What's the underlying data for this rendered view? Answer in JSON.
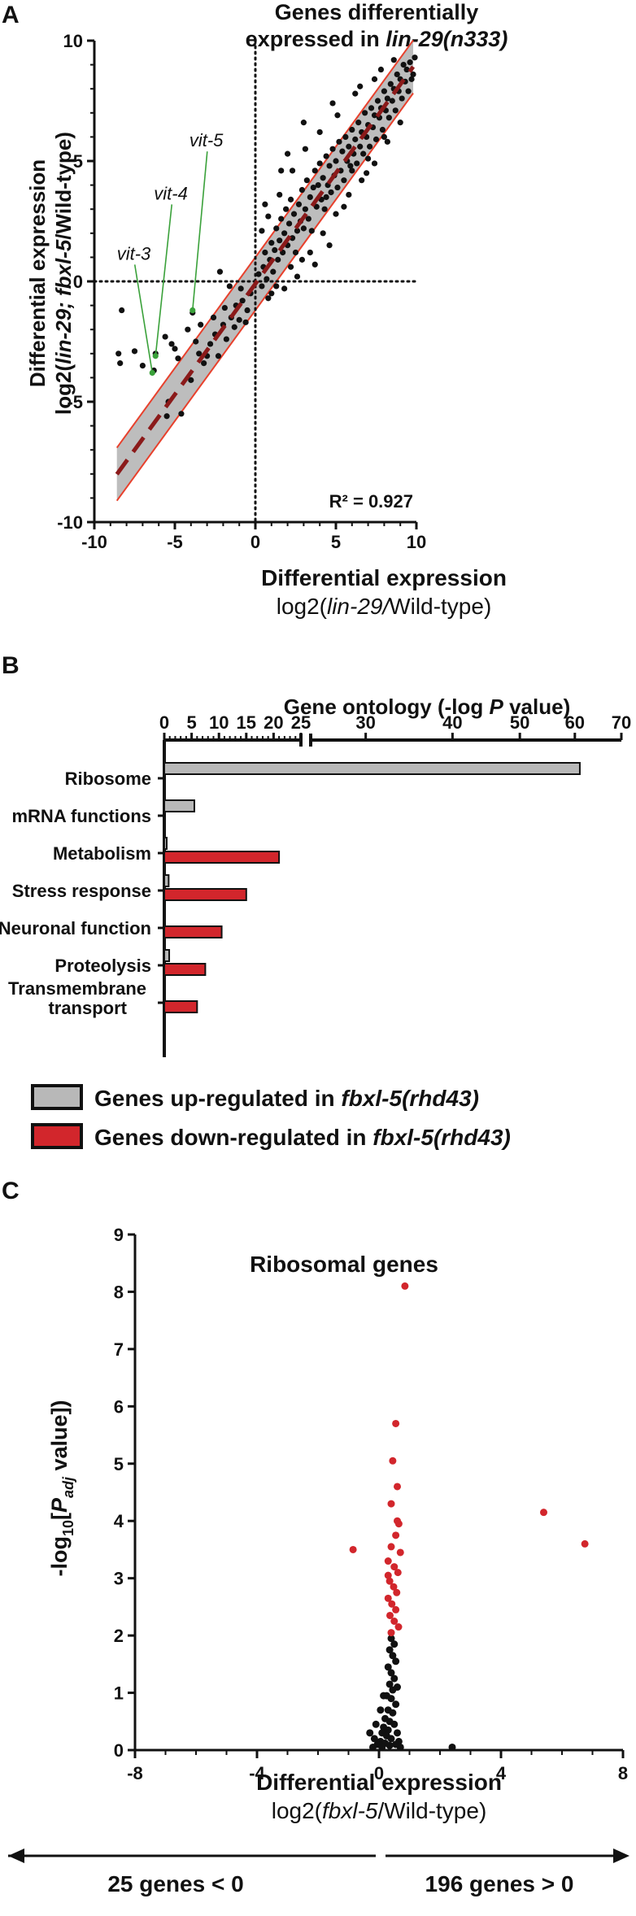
{
  "chart_data": [
    {
      "panel": "A",
      "type": "scatter",
      "title_line1": "Genes differentially",
      "title_line2_prefix": "expressed in ",
      "title_line2_italic": "lin-29(n333)",
      "xlabel_line1": "Differential expression",
      "xlabel_line2": [
        "log2(",
        "lin-29",
        "/",
        "Wild-type)"
      ],
      "ylabel_line1": "Differential expression",
      "ylabel_line2": [
        "log2(",
        "lin-29; fbxl-5",
        "/",
        "Wild-type)"
      ],
      "xlim": [
        -10,
        10
      ],
      "ylim": [
        -10,
        10
      ],
      "xticks": [
        "-10",
        "-5",
        "0",
        "5",
        "10"
      ],
      "yticks": [
        "-10",
        "-5",
        "0",
        "5",
        "10"
      ],
      "r2_label": "R² = 0.927",
      "regression": {
        "slope": 0.92,
        "intercept": -0.1,
        "band": 1.1
      },
      "annotations": [
        {
          "label": "vit-3",
          "x": -6.4,
          "y": -3.8,
          "lx": -8.6,
          "ly": 0.9
        },
        {
          "label": "vit-4",
          "x": -6.2,
          "y": -3.1,
          "lx": -6.3,
          "ly": 3.4
        },
        {
          "label": "vit-5",
          "x": -3.9,
          "y": -1.2,
          "lx": -4.1,
          "ly": 5.6
        }
      ],
      "points": [
        [
          -8.3,
          -1.2
        ],
        [
          -8.5,
          -3.0
        ],
        [
          -8.4,
          -3.4
        ],
        [
          -7.5,
          -2.9
        ],
        [
          -7.0,
          -3.5
        ],
        [
          -6.3,
          -3.7
        ],
        [
          -6.2,
          -3.0
        ],
        [
          -5.6,
          -2.3
        ],
        [
          -5.2,
          -2.6
        ],
        [
          -5.0,
          -2.8
        ],
        [
          -4.8,
          -3.2
        ],
        [
          -5.5,
          -5.6
        ],
        [
          -5.4,
          -5.0
        ],
        [
          -4.6,
          -5.5
        ],
        [
          -4.2,
          -2.0
        ],
        [
          -3.9,
          -1.3
        ],
        [
          -3.7,
          -2.5
        ],
        [
          -3.5,
          -3.0
        ],
        [
          -3.0,
          -3.1
        ],
        [
          -2.8,
          -2.6
        ],
        [
          -2.5,
          -2.2
        ],
        [
          -2.3,
          -3.1
        ],
        [
          -2.0,
          -1.8
        ],
        [
          -1.8,
          -2.4
        ],
        [
          -1.5,
          -1.5
        ],
        [
          -1.2,
          -1.0
        ],
        [
          -1.0,
          -1.6
        ],
        [
          -0.8,
          -0.8
        ],
        [
          -0.5,
          -1.2
        ],
        [
          -0.3,
          -0.5
        ],
        [
          -2.2,
          0.4
        ],
        [
          -1.6,
          -0.2
        ],
        [
          -3.2,
          -3.4
        ],
        [
          -4.0,
          -4.1
        ],
        [
          -3.4,
          -1.8
        ],
        [
          -2.6,
          -1.5
        ],
        [
          -1.9,
          -1.1
        ],
        [
          -1.3,
          -1.9
        ],
        [
          -0.9,
          -0.3
        ],
        [
          -0.6,
          -1.7
        ],
        [
          0.2,
          0.3
        ],
        [
          0.4,
          -0.2
        ],
        [
          0.5,
          0.6
        ],
        [
          0.6,
          1.2
        ],
        [
          0.7,
          0.1
        ],
        [
          0.9,
          0.9
        ],
        [
          1.0,
          1.6
        ],
        [
          1.1,
          0.4
        ],
        [
          1.2,
          1.3
        ],
        [
          1.3,
          2.2
        ],
        [
          1.4,
          0.9
        ],
        [
          1.5,
          1.7
        ],
        [
          1.6,
          2.6
        ],
        [
          1.7,
          1.2
        ],
        [
          1.8,
          2.0
        ],
        [
          1.9,
          3.0
        ],
        [
          2.0,
          1.5
        ],
        [
          2.1,
          2.4
        ],
        [
          2.2,
          3.4
        ],
        [
          2.3,
          1.8
        ],
        [
          2.4,
          2.8
        ],
        [
          2.5,
          1.2
        ],
        [
          2.6,
          2.1
        ],
        [
          2.7,
          3.2
        ],
        [
          2.8,
          2.5
        ],
        [
          2.9,
          3.8
        ],
        [
          3.0,
          2.2
        ],
        [
          3.1,
          3.0
        ],
        [
          3.2,
          4.2
        ],
        [
          3.3,
          2.6
        ],
        [
          3.4,
          3.5
        ],
        [
          3.5,
          2.1
        ],
        [
          3.6,
          3.9
        ],
        [
          3.7,
          4.6
        ],
        [
          3.8,
          3.1
        ],
        [
          3.9,
          4.0
        ],
        [
          4.0,
          4.9
        ],
        [
          4.1,
          3.4
        ],
        [
          4.2,
          4.3
        ],
        [
          4.3,
          3.0
        ],
        [
          4.4,
          5.2
        ],
        [
          4.5,
          4.0
        ],
        [
          4.6,
          4.8
        ],
        [
          4.7,
          3.7
        ],
        [
          4.8,
          5.5
        ],
        [
          4.9,
          4.4
        ],
        [
          5.0,
          5.0
        ],
        [
          5.1,
          3.9
        ],
        [
          5.2,
          5.8
        ],
        [
          5.3,
          4.6
        ],
        [
          5.4,
          5.4
        ],
        [
          5.5,
          4.2
        ],
        [
          5.6,
          6.0
        ],
        [
          5.7,
          5.0
        ],
        [
          5.8,
          5.6
        ],
        [
          5.9,
          4.8
        ],
        [
          6.0,
          6.3
        ],
        [
          6.1,
          5.3
        ],
        [
          6.2,
          5.9
        ],
        [
          6.3,
          4.9
        ],
        [
          6.4,
          6.6
        ],
        [
          6.5,
          5.6
        ],
        [
          6.6,
          6.2
        ],
        [
          6.7,
          5.3
        ],
        [
          6.8,
          7.0
        ],
        [
          6.9,
          6.0
        ],
        [
          7.0,
          6.5
        ],
        [
          7.1,
          5.6
        ],
        [
          7.2,
          7.2
        ],
        [
          7.3,
          6.4
        ],
        [
          7.4,
          6.9
        ],
        [
          7.5,
          5.9
        ],
        [
          7.6,
          7.5
        ],
        [
          7.7,
          6.8
        ],
        [
          7.8,
          7.2
        ],
        [
          7.9,
          6.3
        ],
        [
          8.0,
          7.9
        ],
        [
          8.1,
          7.1
        ],
        [
          8.2,
          7.6
        ],
        [
          8.3,
          6.8
        ],
        [
          8.4,
          8.2
        ],
        [
          8.5,
          7.5
        ],
        [
          8.6,
          8.0
        ],
        [
          8.7,
          7.1
        ],
        [
          8.8,
          8.6
        ],
        [
          8.9,
          7.9
        ],
        [
          9.0,
          8.4
        ],
        [
          9.1,
          7.6
        ],
        [
          9.2,
          9.0
        ],
        [
          9.3,
          8.3
        ],
        [
          9.4,
          8.8
        ],
        [
          9.6,
          9.1
        ],
        [
          9.8,
          8.6
        ],
        [
          9.9,
          9.3
        ],
        [
          8.6,
          9.2
        ],
        [
          7.4,
          8.4
        ],
        [
          6.2,
          7.8
        ],
        [
          5.1,
          6.9
        ],
        [
          4.0,
          6.2
        ],
        [
          3.1,
          5.5
        ],
        [
          2.3,
          4.6
        ],
        [
          1.5,
          3.6
        ],
        [
          0.8,
          2.7
        ],
        [
          0.4,
          2.1
        ],
        [
          1.0,
          -0.5
        ],
        [
          1.8,
          -0.3
        ],
        [
          2.6,
          0.2
        ],
        [
          3.4,
          1.2
        ],
        [
          4.2,
          2.0
        ],
        [
          5.0,
          2.8
        ],
        [
          5.8,
          3.6
        ],
        [
          6.6,
          4.2
        ],
        [
          7.4,
          4.9
        ],
        [
          8.2,
          5.8
        ],
        [
          9.0,
          6.6
        ],
        [
          3.7,
          0.7
        ],
        [
          4.6,
          1.5
        ],
        [
          2.2,
          0.6
        ],
        [
          1.3,
          -0.2
        ],
        [
          0.8,
          -0.7
        ],
        [
          2.9,
          0.9
        ],
        [
          5.5,
          3.1
        ],
        [
          6.9,
          4.5
        ],
        [
          3.0,
          6.6
        ],
        [
          4.8,
          7.4
        ],
        [
          6.5,
          8.1
        ],
        [
          7.8,
          8.8
        ],
        [
          2.0,
          5.3
        ],
        [
          1.6,
          4.6
        ],
        [
          0.6,
          3.2
        ],
        [
          9.5,
          7.9
        ],
        [
          9.7,
          8.4
        ],
        [
          8.0,
          6.0
        ],
        [
          7.0,
          5.1
        ],
        [
          6.0,
          4.6
        ],
        [
          4.4,
          3.5
        ]
      ]
    },
    {
      "panel": "B",
      "type": "bar",
      "title_prefix": "Gene ontology (-log ",
      "title_italic": "P",
      "title_suffix": " value)",
      "axis_segment1_ticks": [
        "0",
        "5",
        "10",
        "15",
        "20",
        "25"
      ],
      "axis_segment2_ticks": [
        "30",
        "40",
        "50",
        "60",
        "70"
      ],
      "xlim": [
        0,
        70
      ],
      "categories": [
        "Ribosome",
        "mRNA functions",
        "Metabolism",
        "Stress response",
        "Neuronal function",
        "Proteolysis",
        "Transmembrane transport"
      ],
      "series": [
        {
          "name": "Genes up-regulated in fbxl-5(rhd43)",
          "color": "#b8b8b8",
          "values": [
            61,
            5.5,
            0.3,
            0.8,
            0,
            0.9,
            0
          ]
        },
        {
          "name": "Genes down-regulated in fbxl-5(rhd43)",
          "color": "#d2262c",
          "values": [
            0,
            0,
            21,
            15,
            10.5,
            7.5,
            6
          ]
        }
      ],
      "legend": [
        {
          "prefix": "Genes up-regulated in ",
          "italic": "fbxl-5(rhd43)"
        },
        {
          "prefix": "Genes down-regulated in ",
          "italic": "fbxl-5(rhd43)"
        }
      ]
    },
    {
      "panel": "C",
      "type": "scatter",
      "title": "Ribosomal genes",
      "xlabel_line1": "Differential expression",
      "xlabel_line2": [
        "log2(",
        "fbxl-5",
        "/",
        "Wild-type)"
      ],
      "ylabel_parts": [
        "-log",
        "10",
        "[",
        "P",
        "adj",
        " value])"
      ],
      "xlim": [
        -8,
        8
      ],
      "ylim": [
        0,
        9
      ],
      "xticks": [
        "-8",
        "-4",
        "0",
        "4",
        "8"
      ],
      "yticks": [
        "0",
        "1",
        "2",
        "3",
        "4",
        "5",
        "6",
        "7",
        "8",
        "9"
      ],
      "significant_color": "#d2262c",
      "bottom_left": "25 genes < 0",
      "bottom_right": "196 genes > 0",
      "red_points": [
        [
          0.85,
          8.1
        ],
        [
          0.55,
          5.7
        ],
        [
          0.45,
          5.05
        ],
        [
          0.6,
          4.6
        ],
        [
          0.4,
          4.3
        ],
        [
          0.65,
          3.95
        ],
        [
          0.55,
          3.75
        ],
        [
          0.4,
          3.55
        ],
        [
          0.3,
          3.3
        ],
        [
          0.5,
          3.2
        ],
        [
          0.62,
          3.1
        ],
        [
          0.35,
          2.95
        ],
        [
          0.48,
          2.85
        ],
        [
          0.58,
          2.75
        ],
        [
          0.3,
          2.65
        ],
        [
          0.42,
          2.55
        ],
        [
          0.55,
          2.45
        ],
        [
          0.36,
          2.35
        ],
        [
          0.5,
          2.25
        ],
        [
          0.64,
          2.15
        ],
        [
          0.4,
          2.05
        ],
        [
          0.3,
          3.05
        ],
        [
          0.7,
          3.45
        ],
        [
          0.6,
          4.0
        ],
        [
          -0.85,
          3.5
        ],
        [
          5.4,
          4.15
        ],
        [
          6.75,
          3.6
        ]
      ],
      "black_points": [
        [
          0.4,
          1.95
        ],
        [
          0.5,
          1.85
        ],
        [
          0.35,
          1.75
        ],
        [
          0.45,
          1.65
        ],
        [
          0.55,
          1.55
        ],
        [
          0.3,
          1.45
        ],
        [
          0.4,
          1.35
        ],
        [
          0.5,
          1.25
        ],
        [
          0.35,
          1.15
        ],
        [
          0.45,
          1.05
        ],
        [
          0.25,
          0.95
        ],
        [
          0.4,
          0.9
        ],
        [
          0.55,
          0.8
        ],
        [
          0.3,
          0.7
        ],
        [
          0.45,
          0.65
        ],
        [
          0.2,
          0.55
        ],
        [
          0.35,
          0.5
        ],
        [
          0.5,
          0.45
        ],
        [
          0.15,
          0.4
        ],
        [
          0.3,
          0.35
        ],
        [
          0.1,
          0.3
        ],
        [
          0.25,
          0.25
        ],
        [
          0.4,
          0.2
        ],
        [
          0.05,
          0.15
        ],
        [
          0.2,
          0.12
        ],
        [
          0.35,
          0.08
        ],
        [
          -0.05,
          0.1
        ],
        [
          0.1,
          0.05
        ],
        [
          -0.15,
          0.2
        ],
        [
          -0.3,
          0.3
        ],
        [
          -0.2,
          0.05
        ],
        [
          0.6,
          0.3
        ],
        [
          0.65,
          0.15
        ],
        [
          0.7,
          0.05
        ],
        [
          0.55,
          0.1
        ],
        [
          2.4,
          0.05
        ],
        [
          -0.1,
          0.45
        ],
        [
          0.05,
          0.7
        ],
        [
          0.15,
          0.95
        ],
        [
          0.6,
          1.1
        ]
      ]
    }
  ]
}
